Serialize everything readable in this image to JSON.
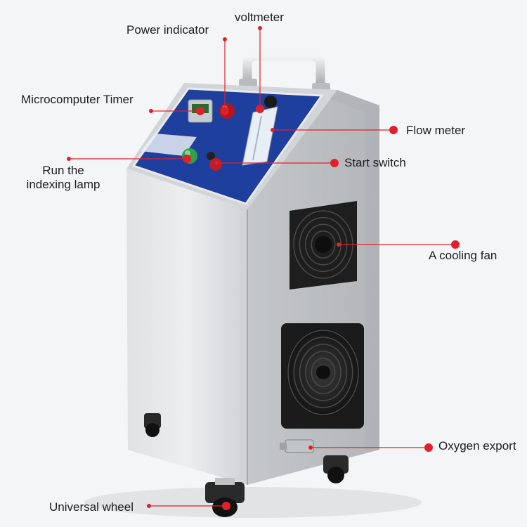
{
  "labels": {
    "voltmeter": "voltmeter",
    "power_indicator": "Power indicator",
    "microcomputer_timer": "Microcomputer Timer",
    "flow_meter": "Flow meter",
    "run_lamp_line1": "Run the",
    "run_lamp_line2": "indexing lamp",
    "start_switch": "Start switch",
    "cooling_fan": "A cooling fan",
    "oxygen_export": "Oxygen export",
    "universal_wheel": "Universal wheel"
  },
  "colors": {
    "accent": "#e0202a",
    "panel_blue": "#1f3f9e",
    "steel": "#c9cccf"
  }
}
